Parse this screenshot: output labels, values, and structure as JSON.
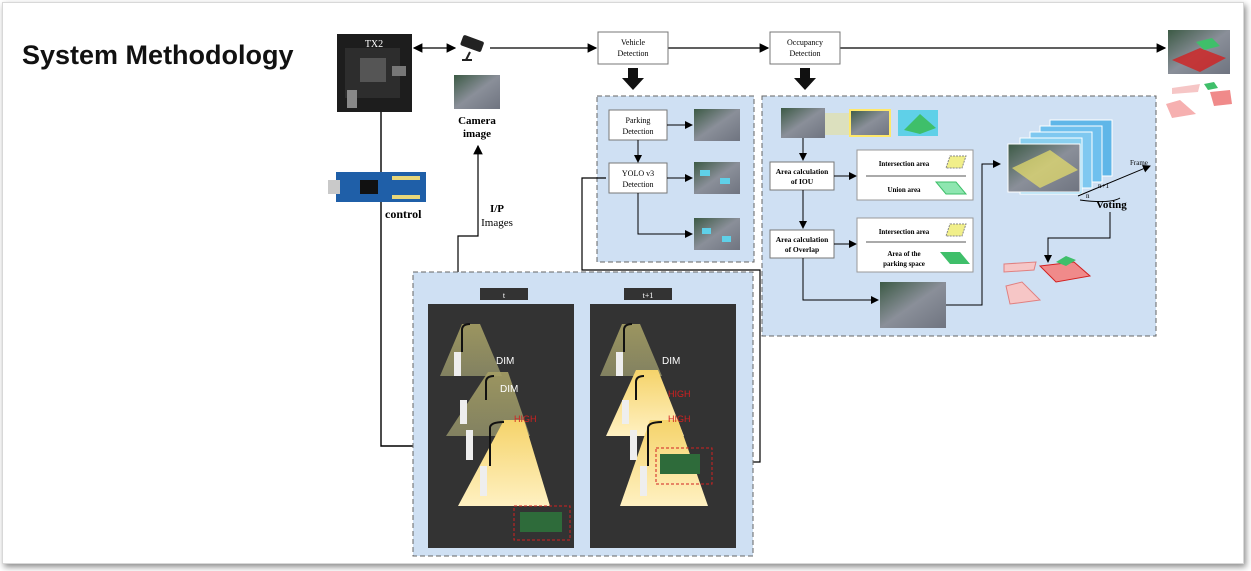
{
  "slide": {
    "title": "System Methodology"
  },
  "hardware": {
    "tx2_label": "TX2",
    "control_label": "control",
    "camera_image_line1": "Camera",
    "camera_image_line2": "image",
    "ip_images_line1": "I/P",
    "ip_images_line2": "Images"
  },
  "pipeline": {
    "vehicle_detection_line1": "Vehicle",
    "vehicle_detection_line2": "Detection",
    "occupancy_detection_line1": "Occupancy",
    "occupancy_detection_line2": "Detection",
    "parking_detection_line1": "Parking",
    "parking_detection_line2": "Detection",
    "yolo_line1": "YOLO v3",
    "yolo_line2": "Detection"
  },
  "occupancy": {
    "area_iou_line1": "Area calculation",
    "area_iou_line2": "of IOU",
    "intersection_area_1": "Intersection area",
    "union_area": "Union area",
    "area_overlap_line1": "Area calculation",
    "area_overlap_line2": "of Overlap",
    "intersection_area_2": "Intersection area",
    "parking_space_line1": "Area of the",
    "parking_space_line2": "parking space",
    "frame_label": "Frame",
    "n_label": "n",
    "n_plus_1_label": "n+1",
    "voting_label": "Voting"
  },
  "lighting": {
    "t_label": "t",
    "t1_label": "t+1",
    "panel_t": {
      "dim1": "DIM",
      "dim2": "DIM",
      "high": "HIGH"
    },
    "panel_t1": {
      "dim": "DIM",
      "high1": "HIGH",
      "high2": "HIGH"
    }
  },
  "colors": {
    "panel_blue": "#cfe0f3",
    "dark_panel": "#333333",
    "light_yellow": "#fbeab0",
    "alert_red": "#d22020",
    "lawn_green": "#3fbf6a"
  }
}
